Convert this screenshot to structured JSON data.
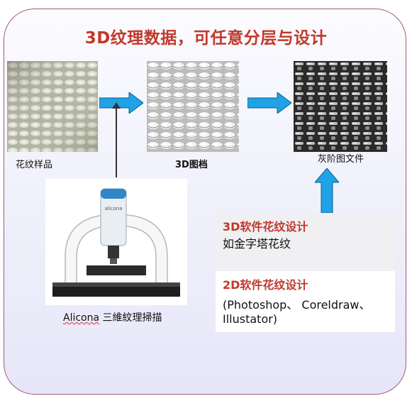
{
  "title": "3D纹理数据，可任意分层与设计",
  "captions": {
    "sample": "花纹样品",
    "model3d": "3D图档",
    "grayscale": "灰阶图文件",
    "device_brand": "Alicona",
    "device_rest": " 三維紋理掃描"
  },
  "device_logo": "alicona",
  "box3d": {
    "title": "3D软件花纹设计",
    "text": "如金字塔花纹"
  },
  "box2d": {
    "title": "2D软件花纹设计",
    "line1": "(Photoshop、 Coreldraw、",
    "line2": "Illustator)"
  },
  "colors": {
    "accent": "#c0392b",
    "arrow": "#1fa3e6",
    "border": "#a05a78"
  }
}
